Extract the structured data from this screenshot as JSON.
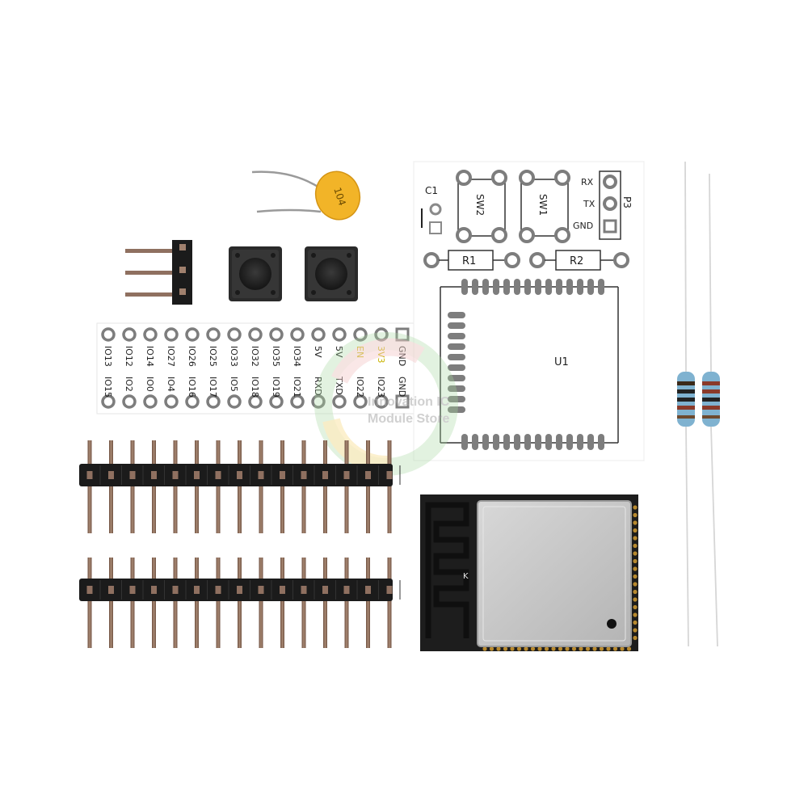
{
  "breakout": {
    "pin_labels": [
      "IO13",
      "IO12",
      "IO14",
      "IO27",
      "IO26",
      "IO25",
      "IO33",
      "IO32",
      "IO35",
      "IO34",
      "5V",
      "5V",
      "EN",
      "3V3",
      "GND"
    ],
    "pin_labels_2": [
      "IO15",
      "IO2",
      "IO0",
      "IO4",
      "IO16",
      "IO17",
      "IO5",
      "IO18",
      "IO19",
      "IO21",
      "RXD",
      "TXD",
      "IO22",
      "IO23",
      "GND"
    ]
  },
  "board": {
    "c1": "C1",
    "sw2": "SW2",
    "sw1": "SW1",
    "rx": "RX",
    "tx": "TX",
    "gnd": "GND",
    "p3": "P3",
    "r1": "R1",
    "r2": "R2",
    "u1": "U1"
  },
  "capacitor": {
    "code": "104"
  },
  "module": {
    "mark": "K"
  },
  "watermark": {
    "line1": "Innovation IC",
    "line2": "Module Store"
  },
  "colors": {
    "pcb_white": "#ffffff",
    "pad_gray": "#7d7d7d",
    "ceramic_cap": "#f2b428",
    "button_body": "#2a2a2a",
    "header_plastic": "#1b1b1b",
    "pin_metal": "#8b6a55",
    "module_pcb": "#1d1d1d",
    "shield": "#c9c9c9",
    "resistor_body": "#7fb2d0",
    "silk_yellow": "#c9b400"
  }
}
